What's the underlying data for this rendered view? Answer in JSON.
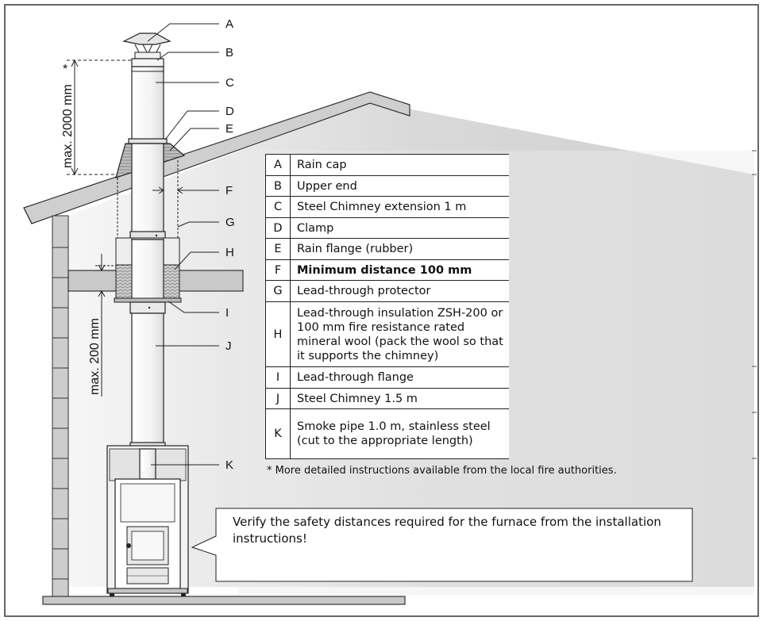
{
  "labels": [
    "A",
    "B",
    "C",
    "D",
    "E",
    "F",
    "G",
    "H",
    "I",
    "J",
    "K"
  ],
  "dimensions": {
    "top": "max. 2000 mm",
    "top_mark": "*",
    "lower": "max. 200 mm"
  },
  "legend": [
    {
      "key": "A",
      "text": "Rain cap"
    },
    {
      "key": "B",
      "text": "Upper end"
    },
    {
      "key": "C",
      "text": "Steel Chimney extension 1 m"
    },
    {
      "key": "D",
      "text": "Clamp"
    },
    {
      "key": "E",
      "text": "Rain flange (rubber)"
    },
    {
      "key": "F",
      "text": "Minimum distance 100 mm",
      "bold": true
    },
    {
      "key": "G",
      "text": "Lead-through protector"
    },
    {
      "key": "H",
      "text": "Lead-through insulation ZSH-200 or 100 mm fire resistance rated mineral wool (pack the wool so that it supports the chimney)"
    },
    {
      "key": "I",
      "text": "Lead-through flange"
    },
    {
      "key": "J",
      "text": "Steel Chimney 1.5 m"
    },
    {
      "key": "K",
      "text": "Smoke pipe 1.0 m, stainless steel (cut to the appropriate length)"
    }
  ],
  "footnote": "*  More detailed instructions available from the local fire authorities.",
  "callout": "Verify the safety distances required for the furnace from the installation instructions!"
}
